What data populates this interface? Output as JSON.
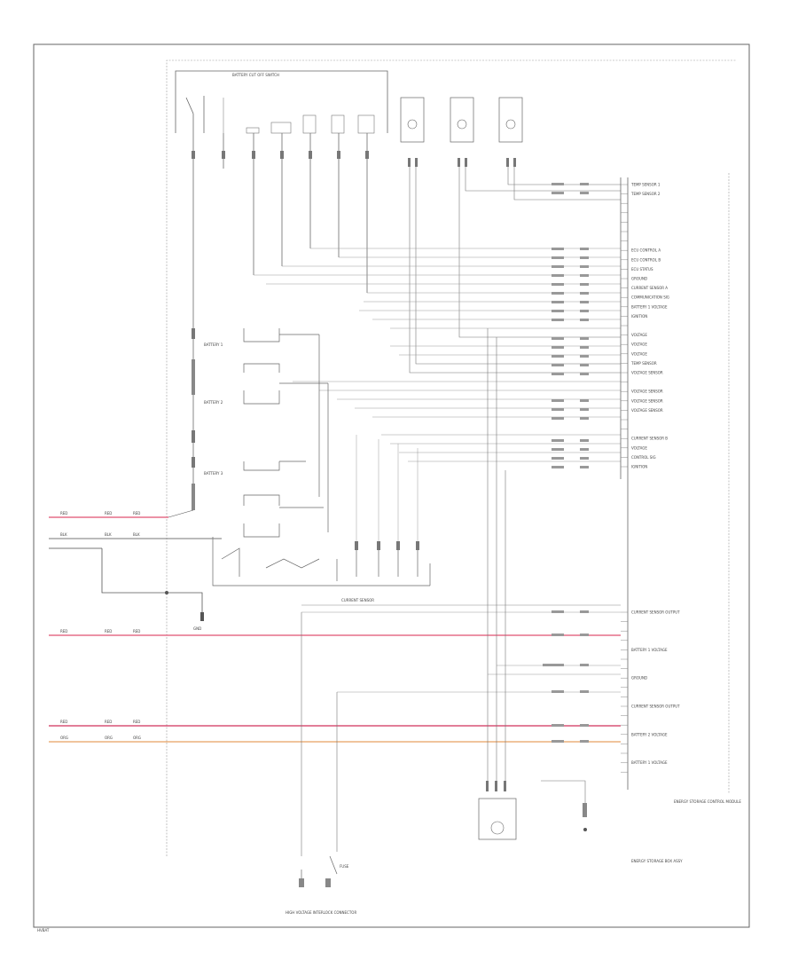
{
  "title": "",
  "labels": {
    "battery_cutoff_switch": "BATTERY CUT OFF SWITCH",
    "current_sensor": "CURRENT SENSOR",
    "battery_1": "BATTERY 1",
    "battery_2": "BATTERY 2",
    "battery_3": "BATTERY 3",
    "hybrid_ecu": "ENERGY STORAGE CONTROL MODULE",
    "storage_box": "ENERGY STORAGE BOX ASSY",
    "interlock_connector": "HIGH VOLTAGE INTERLOCK CONNECTOR",
    "ground_label": "GND",
    "fuse_label": "FUSE",
    "page_tag": "HVBAT"
  },
  "right_pins": [
    "TEMP SENSOR 1",
    "TEMP SENSOR 2",
    "",
    "",
    "",
    "",
    "",
    "ECU CONTROL A",
    "ECU CONTROL B",
    "ECU STATUS",
    "GROUND",
    "CURRENT SENSOR A",
    "COMMUNICATION SIG",
    "BATTERY 1 VOLTAGE",
    "IGNITION",
    "",
    "VOLTAGE",
    "VOLTAGE",
    "VOLTAGE",
    "TEMP SENSOR",
    "VOLTAGE SENSOR",
    "",
    "VOLTAGE SENSOR",
    "VOLTAGE SENSOR",
    "VOLTAGE SENSOR",
    "",
    "",
    "CURRENT SENSOR B",
    "VOLTAGE",
    "CONTROL SIG",
    "IGNITION"
  ],
  "lower_pins": [
    "CURRENT SENSOR OUTPUT",
    "",
    "",
    "",
    "BATTERY 1 VOLTAGE",
    "",
    "",
    "GROUND",
    "",
    "",
    "CURRENT SENSOR OUTPUT",
    "",
    "",
    "BATTERY 2 VOLTAGE",
    "",
    "",
    "BATTERY 1 VOLTAGE",
    ""
  ],
  "left_wires": [
    {
      "label": "RED",
      "color": "#e05070"
    },
    {
      "label": "BLK",
      "color": "#777777"
    },
    {
      "label": "RED",
      "color": "#e05070"
    },
    {
      "label": "RED",
      "color": "#d0305a"
    },
    {
      "label": "ORG",
      "color": "#e8a060"
    }
  ],
  "colors": {
    "line": "#555555",
    "frame": "#666666",
    "red_wire": "#e05070",
    "orange_wire": "#e8a060"
  }
}
